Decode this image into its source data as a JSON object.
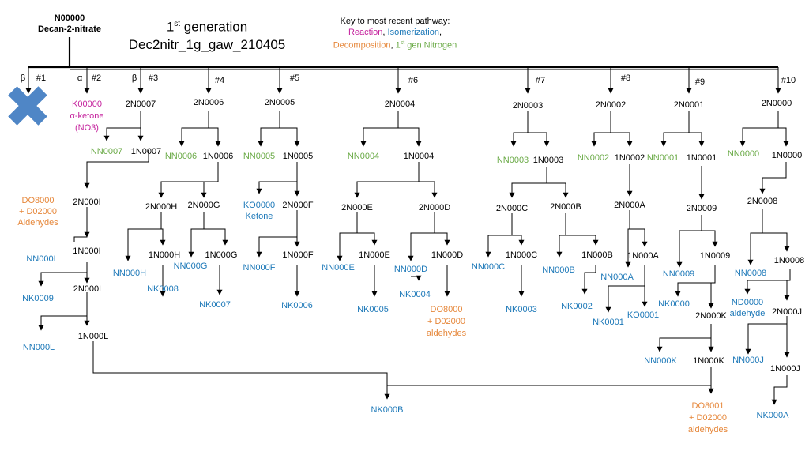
{
  "root": {
    "id": "N00000",
    "name": "Decan-2-nitrate"
  },
  "title": {
    "gen_num": "1",
    "gen_sup": "st",
    "gen_word": " generation",
    "subtitle": "Dec2nitr_1g_gaw_210405"
  },
  "key": {
    "heading": "Key to most recent pathway:",
    "reaction": "Reaction",
    "sep1": ", ",
    "isomerization": "Isomerization",
    "sep2": ",",
    "decomposition": "Decomposition",
    "sep3": ", ",
    "nitro_num": "1",
    "nitro_sup": "st",
    "nitro_rest": " gen Nitrogen",
    "colors": {
      "reaction": "#c5229d",
      "isomerization": "#1c78b8",
      "decomposition": "#e6873a",
      "nitrogen": "#6aaa46"
    }
  },
  "branch_labels": {
    "b1": "#1",
    "b2": "#2",
    "b3": "#3",
    "b4": "#4",
    "b5": "#5",
    "b6": "#6",
    "b7": "#7",
    "b8": "#8",
    "b9": "#9",
    "b10": "#10",
    "beta1": "β",
    "alpha2": "α",
    "beta3": "β"
  },
  "nodes": {
    "k00000": "K00000",
    "alpha_ketone": "α-ketone",
    "no3": "(NO3)",
    "c2N0007": "2N0007",
    "nn0007": "NN0007",
    "c1N0007": "1N0007",
    "do8000": "DO8000",
    "d02000": "+ D02000",
    "aldehydes1": "Aldehydes",
    "c2N000I": "2N000I",
    "nn000i": "NN000I",
    "c1N000I": "1N000I",
    "nk0009": "NK0009",
    "c2N000L": "2N000L",
    "nn000l": "NN000L",
    "c1N000L": "1N000L",
    "c2N0006": "2N0006",
    "nn0006": "NN0006",
    "c1N0006": "1N0006",
    "c2N000H": "2N000H",
    "c2N000G": "2N000G",
    "c1N000H": "1N000H",
    "nn000h": "NN000H",
    "nn000g": "NN000G",
    "c1N000G": "1N000G",
    "nk0008a": "NK0008",
    "nk0007": "NK0007",
    "c2N0005": "2N0005",
    "nn0005": "NN0005",
    "c1N0005": "1N0005",
    "ko0000": "KO0000",
    "ketone": "Ketone",
    "c2N000F": "2N000F",
    "nn000f": "NN000F",
    "c1N000F": "1N000F",
    "nk0006": "NK0006",
    "c2N0004": "2N0004",
    "nn0004": "NN0004",
    "c1N0004": "1N0004",
    "c2N000E": "2N000E",
    "c2N000D": "2N000D",
    "nn000e": "NN000E",
    "c1N000E": "1N000E",
    "nn000d": "NN000D",
    "c1N000D": "1N000D",
    "nk0005": "NK0005",
    "nk0004": "NK0004",
    "do8000b": "DO8000",
    "d02000b": "+ D02000",
    "aldehydes2": "aldehydes",
    "c2N0003": "2N0003",
    "nn0003": "NN0003",
    "c1N0003": "1N0003",
    "c2N000C": "2N000C",
    "c2N000B": "2N000B",
    "nn000c": "NN000C",
    "c1N000C": "1N000C",
    "nk0003": "NK0003",
    "nn000b": "NN000B",
    "c1N000B": "1N000B",
    "nk0002": "NK0002",
    "c2N0002": "2N0002",
    "nn0002": "NN0002",
    "c1N0002": "1N0002",
    "c2N000A": "2N000A",
    "c1N000A": "1N000A",
    "nn000a": "NN000A",
    "nk0001": "NK0001",
    "ko0001": "KO0001",
    "c2N0001": "2N0001",
    "nn0001": "NN0001",
    "c1N0001": "1N0001",
    "c2N0009": "2N0009",
    "nn0009": "NN0009",
    "c1N0009": "1N0009",
    "nk0000": "NK0000",
    "c2N000K": "2N000K",
    "nn000k": "NN000K",
    "c1N000K": "1N000K",
    "do8001": "DO8001",
    "d02000c": "+ D02000",
    "aldehydes3": "aldehydes",
    "c2N0000": "2N0000",
    "nn0000": "NN0000",
    "c1N0000": "1N0000",
    "c2N0008": "2N0008",
    "c1N0008": "1N0008",
    "nn0008": "NN0008",
    "nd0000": "ND0000",
    "aldehyde": "aldehyde",
    "c2N000J": "2N000J",
    "nn000j": "NN000J",
    "c1N000J": "1N000J",
    "nk000a": "NK000A",
    "nk000b": "NK000B"
  }
}
